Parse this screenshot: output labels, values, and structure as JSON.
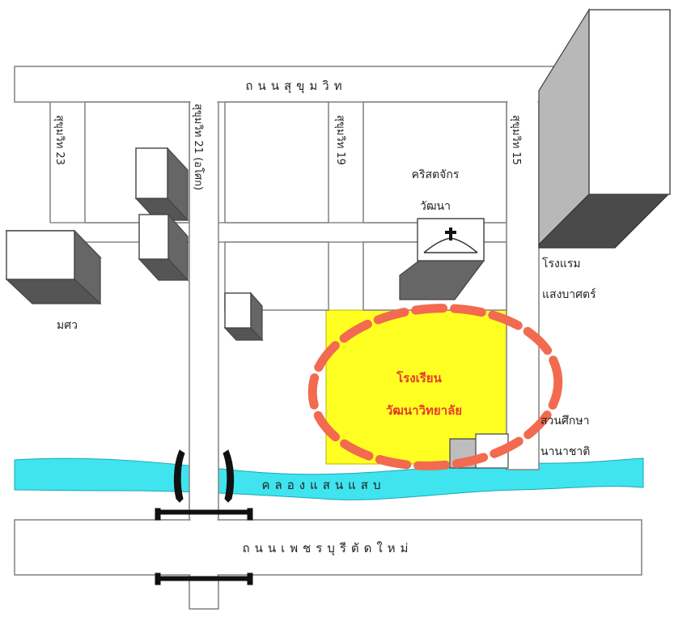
{
  "roads": {
    "sukhumvit": "ถนนสุขุมวิท",
    "phetchaburi": "ถนนเพชรบุรีตัดใหม่",
    "soi_23": "สุขุมวิท 23",
    "soi_21": "สุขุมวิท 21 (อโศก)",
    "soi_19": "สุขุมวิท 19",
    "soi_15": "สุขุมวิท 15"
  },
  "canal": "คลองแสนแสบ",
  "places": {
    "church_line1": "คริสตจักร",
    "church_line2": "วัฒนา",
    "hotel_line1": "โรงแรม",
    "hotel_line2": "แสงบาศตร์",
    "university": "มศว",
    "school_line1": "โรงเรียน",
    "school_line2": "วัฒนาวิทยาลัย",
    "park_line1": "สวนศึกษา",
    "park_line2": "นานาชาติ"
  },
  "colors": {
    "canal": "#3fe4ee",
    "school_area": "#ffff22",
    "school_outline": "#f26a4f",
    "school_text": "#e53b2a",
    "building_side": "#666666"
  },
  "icons": [
    "cross-icon"
  ]
}
